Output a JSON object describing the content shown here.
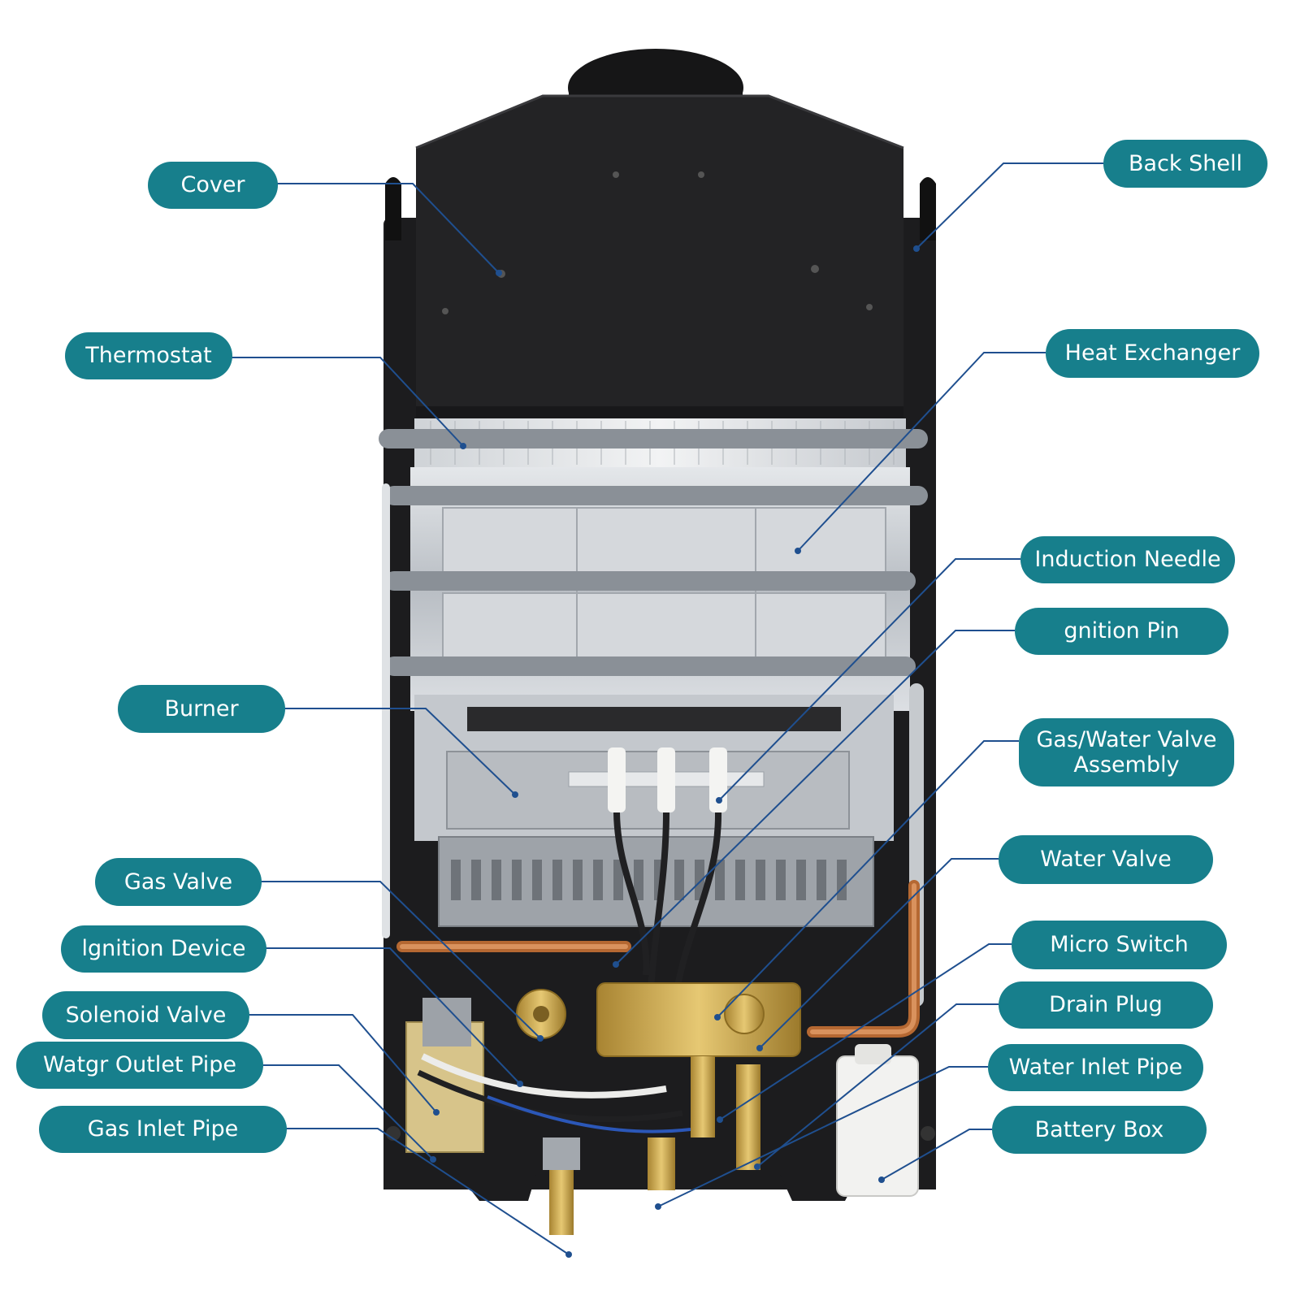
{
  "labels": {
    "cover": "Cover",
    "back_shell": "Back Shell",
    "thermostat": "Thermostat",
    "heat_exchanger": "Heat Exchanger",
    "induction_needle": "Induction Needle",
    "ignition_pin": "gnition Pin",
    "burner": "Burner",
    "gas_water_valve_line1": "Gas/Water Valve",
    "gas_water_valve_line2": "Assembly",
    "gas_valve": "Gas Valve",
    "water_valve": "Water Valve",
    "ignition_device": "lgnition Device",
    "micro_switch": "Micro Switch",
    "solenoid_valve": "Solenoid Valve",
    "drain_plug": "Drain Plug",
    "water_outlet_pipe": "Watgr Outlet Pipe",
    "water_inlet_pipe": "Water Inlet Pipe",
    "gas_inlet_pipe": "Gas Inlet Pipe",
    "battery_box": "Battery Box"
  },
  "colors": {
    "label_fill": "#177f8c",
    "label_text": "#ffffff",
    "leader_line": "#1f4f8f",
    "body": "#1e1e20",
    "copper": "#c97a45",
    "brass": "#c9a64a"
  }
}
